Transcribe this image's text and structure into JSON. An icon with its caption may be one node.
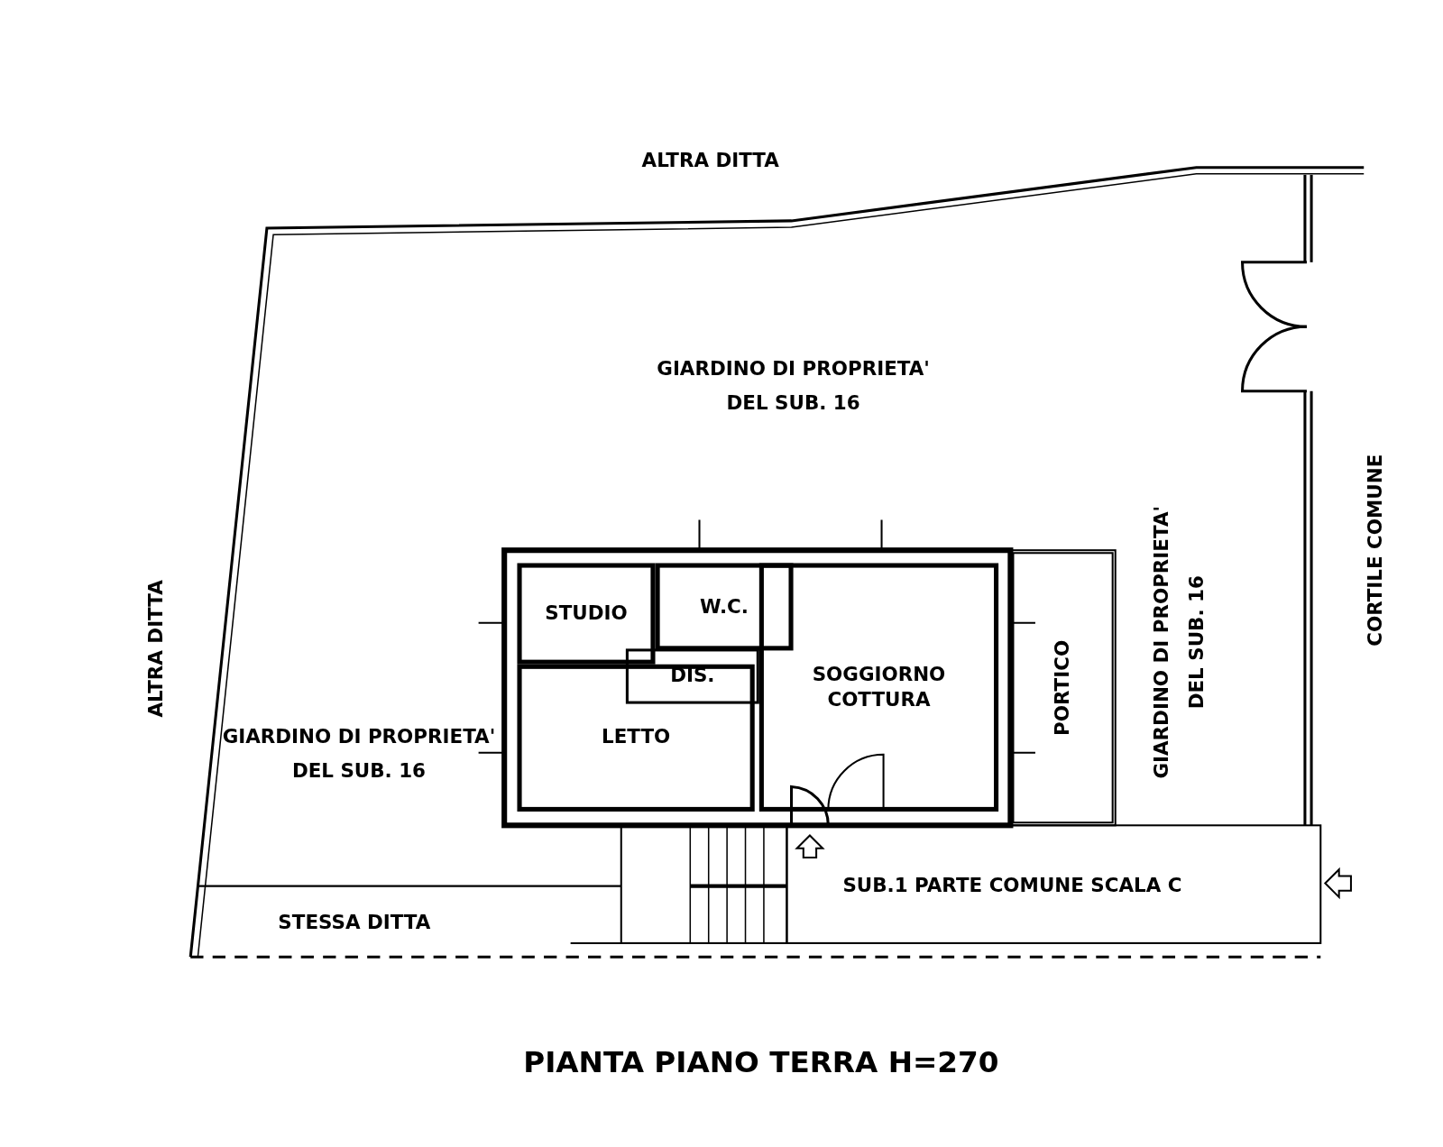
{
  "diagram": {
    "caption": "PIANTA PIANO TERRA H=270",
    "nodes": [
      {
        "text": [
          "STUDIO"
        ]
      },
      {
        "text": [
          "W.C."
        ]
      },
      {
        "text": [
          "DIS."
        ]
      },
      {
        "text": [
          "LETTO"
        ]
      },
      {
        "text": [
          "SOGGIORNO COTTURA"
        ]
      },
      {
        "text": [
          "PORTICO"
        ]
      }
    ],
    "edges": [],
    "labels": [
      "ALTRA DITTA",
      "GIARDINO DI PROPRIETA' DEL SUB. 16",
      "CORTILE COMUNE",
      "GIARDINO DI PROPRIETA' DEL SUB. 16",
      "ALTRA DITTA",
      "GIARDINO DI PROPRIETA' DEL SUB. 16",
      "SUB.1 PARTE COMUNE SCALA C",
      "STESSA DITTA"
    ]
  }
}
